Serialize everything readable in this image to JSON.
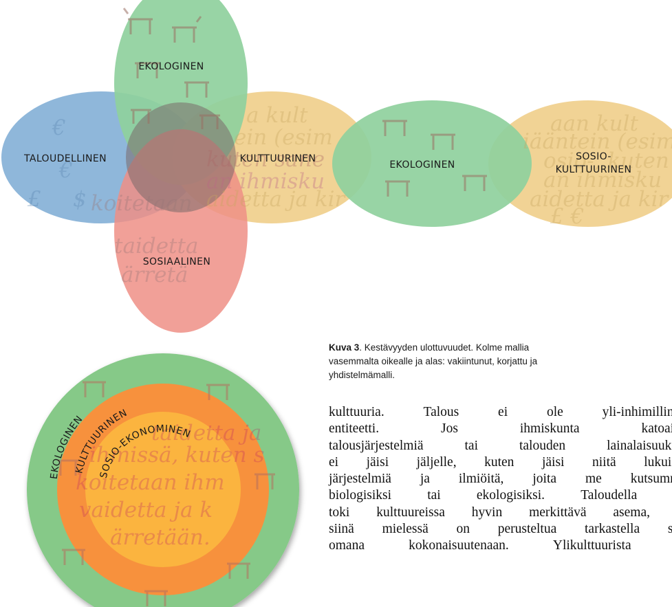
{
  "figure": {
    "model_left": {
      "labels": {
        "ekologinen": "EKOLOGINEN",
        "taloudellinen": "TALOUDELLINEN",
        "kulttuurinen": "KULTTUURINEN",
        "sosiaalinen": "SOSIAALINEN"
      }
    },
    "model_right": {
      "labels": {
        "ekologinen": "EKOLOGINEN",
        "sosio_line1": "SOSIO-",
        "sosio_line2": "KULTTUURINEN"
      }
    },
    "model_circle": {
      "labels": {
        "outer": "EKOLOGINEN",
        "middle": "KULTTUURINEN",
        "inner": "SOSIO-EKONOMINEN"
      }
    },
    "colors": {
      "green": "#8fd09d",
      "blue": "#8fb7da",
      "orange_tan": "#f1d395",
      "red": "#ef8f86",
      "ring_outer": "#86c988",
      "ring_middle": "#f7913d",
      "ring_inner": "#fbb43f"
    }
  },
  "caption": {
    "label": "Kuva 3",
    "text": ". Kestävyyden ulottuvuudet. Kolme mallia",
    "line2": "vasemmalta oikealle ja alas: vakiintunut, korjattu ja",
    "line3": "yhdistelmämalli."
  },
  "body_text": {
    "lines": [
      "kulttuuria. Talous ei ole yli-inhimillinen",
      "entiteetti. Jos ihmiskunta katoaisi,",
      "talousjärjestelmiä tai talouden lainalaisuuksia",
      "ei jäisi jäljelle, kuten jäisi niitä lukuisia",
      "järjestelmiä ja ilmiöitä, joita me kutsumme",
      "biologisiksi tai ekologisiksi. Taloudella on",
      "toki kulttuureissa hyvin merkittävä asema, ja",
      "siinä mielessä on perusteltua tarkastella sitä",
      "omana kokonaisuutenaan. Ylikulttuurista se"
    ]
  }
}
